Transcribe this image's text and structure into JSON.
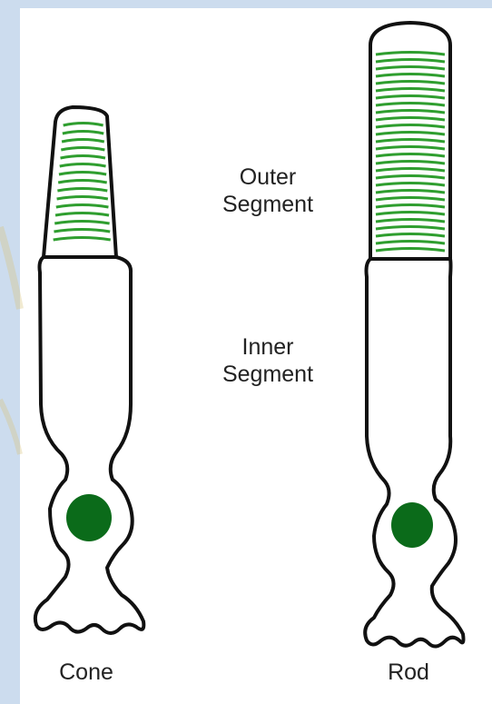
{
  "colors": {
    "background": "#ccdcee",
    "panel": "#ffffff",
    "outline": "#111111",
    "disc": "#2f9e2f",
    "nucleus": "#0b6b1a"
  },
  "labels": {
    "outer_line1": "Outer",
    "outer_line2": "Segment",
    "inner_line1": "Inner",
    "inner_line2": "Segment",
    "cone": "Cone",
    "rod": "Rod"
  }
}
